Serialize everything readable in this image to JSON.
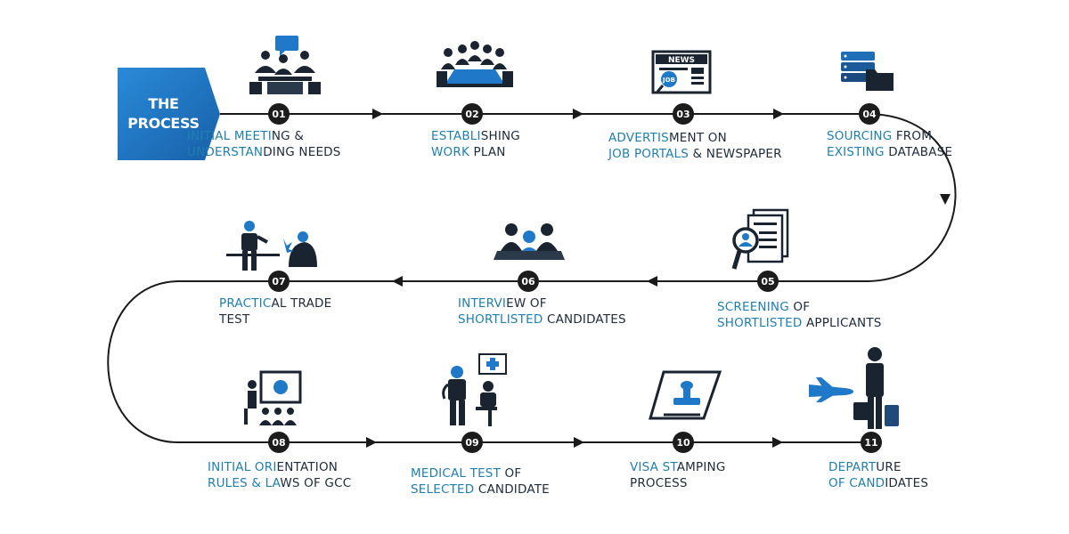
{
  "banner": {
    "line1": "THE",
    "line2": "PROCESS"
  },
  "colors": {
    "accent": "#1f7fb0",
    "text": "#1d2b3a",
    "line": "#1a1a1a",
    "banner": "#1f78c8"
  },
  "steps": [
    {
      "num": "01",
      "hl1": "INITIAL MEETI",
      "rest1": "NG &",
      "hl2": "UNDERSTAN",
      "rest2": "DING NEEDS",
      "icon": "meeting-icon"
    },
    {
      "num": "02",
      "hl1": "ESTABLI",
      "rest1": "SHING",
      "hl2": "WORK ",
      "rest2": "PLAN",
      "icon": "conference-table-icon"
    },
    {
      "num": "03",
      "hl1": "ADVERTIS",
      "rest1": "MENT ON",
      "hl2": "JOB PORTALS ",
      "rest2": "& NEWSPAPER",
      "icon": "newspaper-icon",
      "news": "NEWS",
      "job": "JOB"
    },
    {
      "num": "04",
      "hl1": "SOURCING ",
      "rest1": "FROM",
      "hl2": "EXISTING ",
      "rest2": "DATABASE",
      "icon": "database-folder-icon"
    },
    {
      "num": "05",
      "hl1": "SCREENING ",
      "rest1": "OF",
      "hl2": "SHORTLISTED ",
      "rest2": "APPLICANTS",
      "icon": "screening-icon"
    },
    {
      "num": "06",
      "hl1": "INTERVI",
      "rest1": "EW OF",
      "hl2": "SHORTLISTED ",
      "rest2": "CANDIDATES",
      "icon": "interview-icon"
    },
    {
      "num": "07",
      "hl1": "PRACTIC",
      "rest1": "AL TRADE",
      "hl2": "",
      "rest2": "TEST",
      "icon": "trade-workers-icon"
    },
    {
      "num": "08",
      "hl1": "INITIAL ORI",
      "rest1": "ENTATION",
      "hl2": "RULES & LA",
      "rest2": "WS OF GCC",
      "icon": "presentation-icon"
    },
    {
      "num": "09",
      "hl1": "MEDICAL TEST ",
      "rest1": "OF",
      "hl2": "SELECTED ",
      "rest2": "CANDIDATE",
      "icon": "medical-icon"
    },
    {
      "num": "10",
      "hl1": "VISA ST",
      "rest1": "AMPING",
      "hl2": "",
      "rest2": "PROCESS",
      "icon": "stamp-icon"
    },
    {
      "num": "11",
      "hl1": "DEPART",
      "rest1": "URE",
      "hl2": "OF CAND",
      "rest2": "IDATES",
      "icon": "traveler-icon"
    }
  ]
}
